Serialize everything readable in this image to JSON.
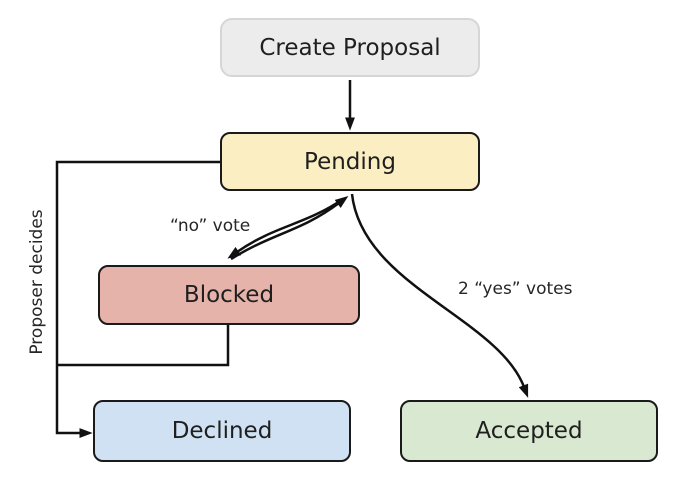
{
  "diagram": {
    "type": "flowchart-state-diagram",
    "background": "#ffffff",
    "edge_color": "#111111",
    "text_color": "#1f1f1f",
    "nodes": {
      "create_proposal": {
        "label": "Create Proposal",
        "fill": "#ececec",
        "border": "#d6d6d6"
      },
      "pending": {
        "label": "Pending",
        "fill": "#fbeec3",
        "border": "#1a1a1a"
      },
      "blocked": {
        "label": "Blocked",
        "fill": "#e6b3ab",
        "border": "#1a1a1a"
      },
      "declined": {
        "label": "Declined",
        "fill": "#cfe1f2",
        "border": "#1a1a1a"
      },
      "accepted": {
        "label": "Accepted",
        "fill": "#d9e8d1",
        "border": "#1a1a1a"
      }
    },
    "edge_labels": {
      "no_vote": "“no” vote",
      "yes_votes": "2 “yes” votes",
      "proposer_decides": "Proposer decides"
    },
    "edges": [
      {
        "from": "create_proposal",
        "to": "pending"
      },
      {
        "from": "pending",
        "to": "blocked",
        "label": "“no” vote"
      },
      {
        "from": "blocked",
        "to": "pending"
      },
      {
        "from": "pending",
        "to": "accepted",
        "label": "2 “yes” votes"
      },
      {
        "from": "pending",
        "to": "declined",
        "label": "Proposer decides"
      },
      {
        "from": "blocked",
        "to": "declined",
        "label": "Proposer decides"
      }
    ]
  }
}
